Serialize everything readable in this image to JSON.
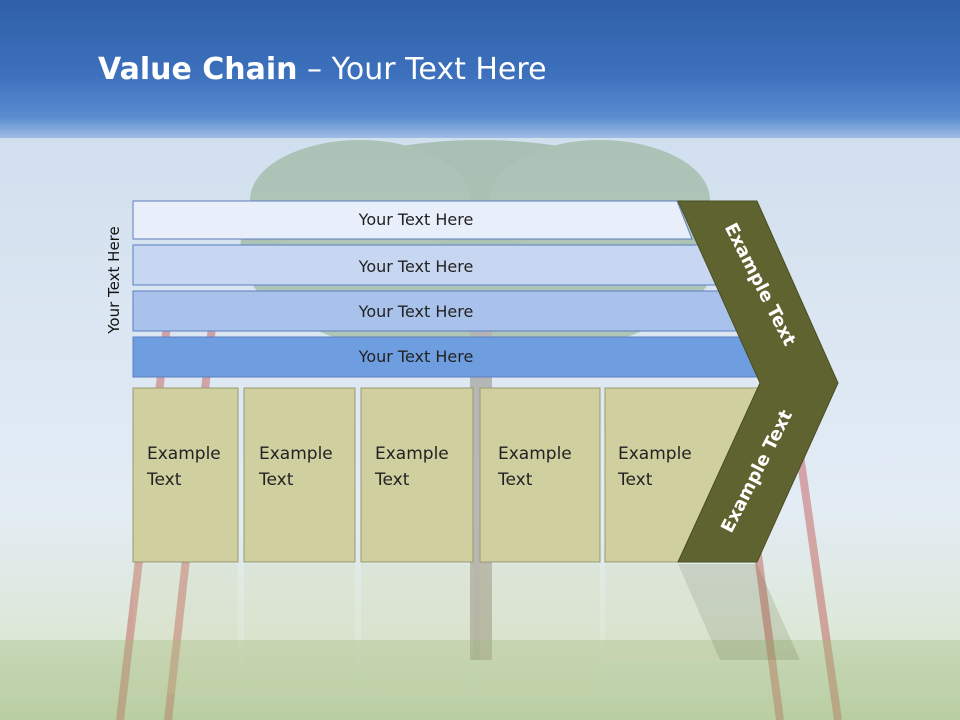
{
  "title": {
    "bold": "Value Chain",
    "rest": " – Your Text Here"
  },
  "side_label": "Your Text Here",
  "bars": [
    {
      "label": "Your Text Here",
      "color": "#e8eefa"
    },
    {
      "label": "Your Text Here",
      "color": "#c7d7f1"
    },
    {
      "label": "Your Text Here",
      "color": "#a8c2eb"
    },
    {
      "label": "Your Text Here",
      "color": "#6f9ee0"
    }
  ],
  "boxes": [
    {
      "line1": "Example",
      "line2": "Text"
    },
    {
      "line1": "Example",
      "line2": "Text"
    },
    {
      "line1": "Example",
      "line2": "Text"
    },
    {
      "line1": "Example",
      "line2": "Text"
    },
    {
      "line1": "Example",
      "line2": "Text"
    }
  ],
  "chevron": {
    "top_label": "Example Text",
    "bottom_label": "Example Text"
  },
  "colors": {
    "box_fill": "#cfcfa0",
    "chevron_fill": "#5f6330",
    "header": "#3d71bd"
  }
}
